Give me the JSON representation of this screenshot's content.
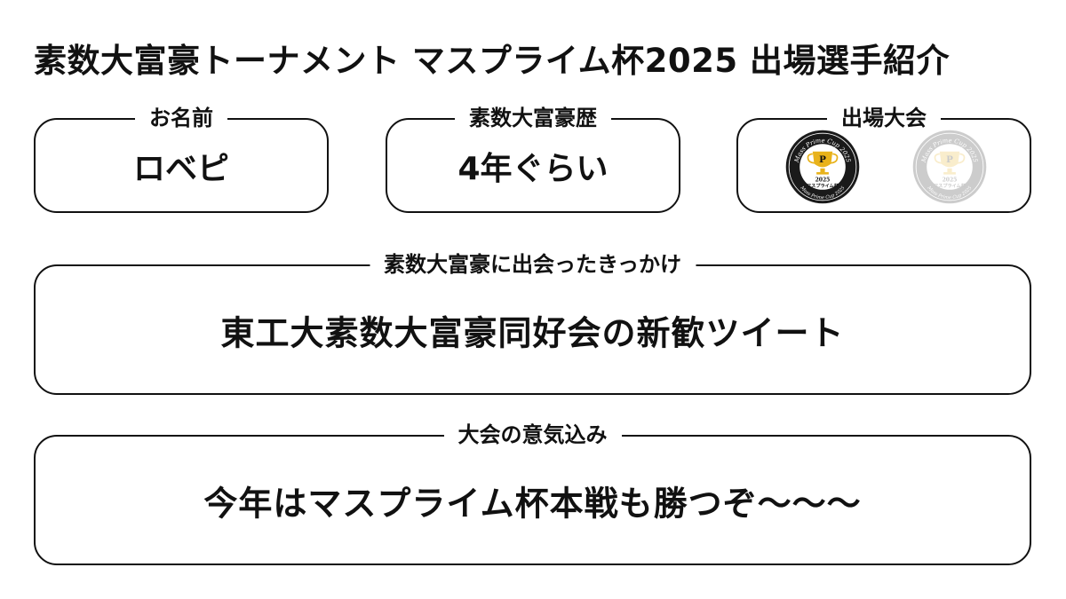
{
  "title": "素数大富豪トーナメント マスプライム杯2025 出場選手紹介",
  "name": {
    "label": "お名前",
    "value": "ロベピ"
  },
  "history": {
    "label": "素数大富豪歴",
    "value": "4年ぐらい"
  },
  "events": {
    "label": "出場大会",
    "medals": [
      {
        "arc_text": "Mass Prime Cup 2025",
        "year": "2025",
        "name": "マスプライム杯",
        "emblem": "P",
        "active": true
      },
      {
        "arc_text": "Mass Prime Cup 2025",
        "year": "2025",
        "name": "マスプライム杯",
        "emblem": "P",
        "active": false
      }
    ]
  },
  "trigger": {
    "label": "素数大富豪に出会ったきっかけ",
    "value": "東工大素数大富豪同好会の新歓ツイート"
  },
  "resolve": {
    "label": "大会の意気込み",
    "value": "今年はマスプライム杯本戦も勝つぞ〜〜〜"
  },
  "colors": {
    "ink": "#111111",
    "background": "#ffffff",
    "gold": "#e8b21a"
  }
}
